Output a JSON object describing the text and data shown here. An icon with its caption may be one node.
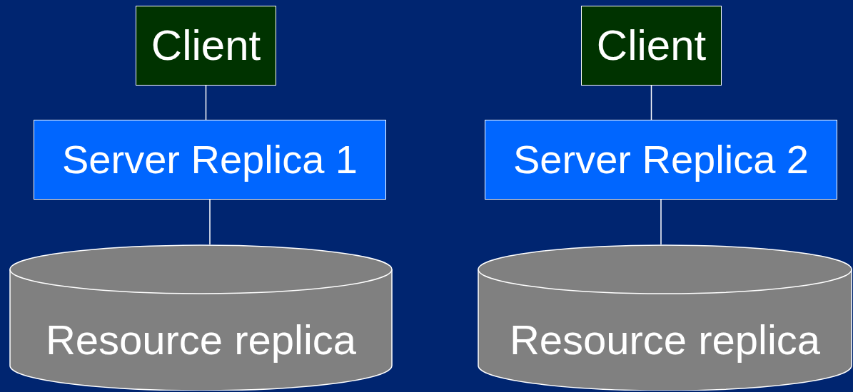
{
  "diagram": {
    "nodes": [
      {
        "text": [
          "Client"
        ]
      },
      {
        "text": [
          "Server Replica 1"
        ]
      },
      {
        "text": [
          "Resource replica"
        ]
      },
      {
        "text": [
          "Client"
        ]
      },
      {
        "text": [
          "Server Replica 2"
        ]
      },
      {
        "text": [
          "Resource replica"
        ]
      }
    ],
    "edges": [
      {
        "from": 0,
        "to": 1,
        "arrow": "none"
      },
      {
        "from": 1,
        "to": 2,
        "arrow": "none"
      },
      {
        "from": 3,
        "to": 4,
        "arrow": "none"
      },
      {
        "from": 4,
        "to": 5,
        "arrow": "none"
      }
    ]
  }
}
